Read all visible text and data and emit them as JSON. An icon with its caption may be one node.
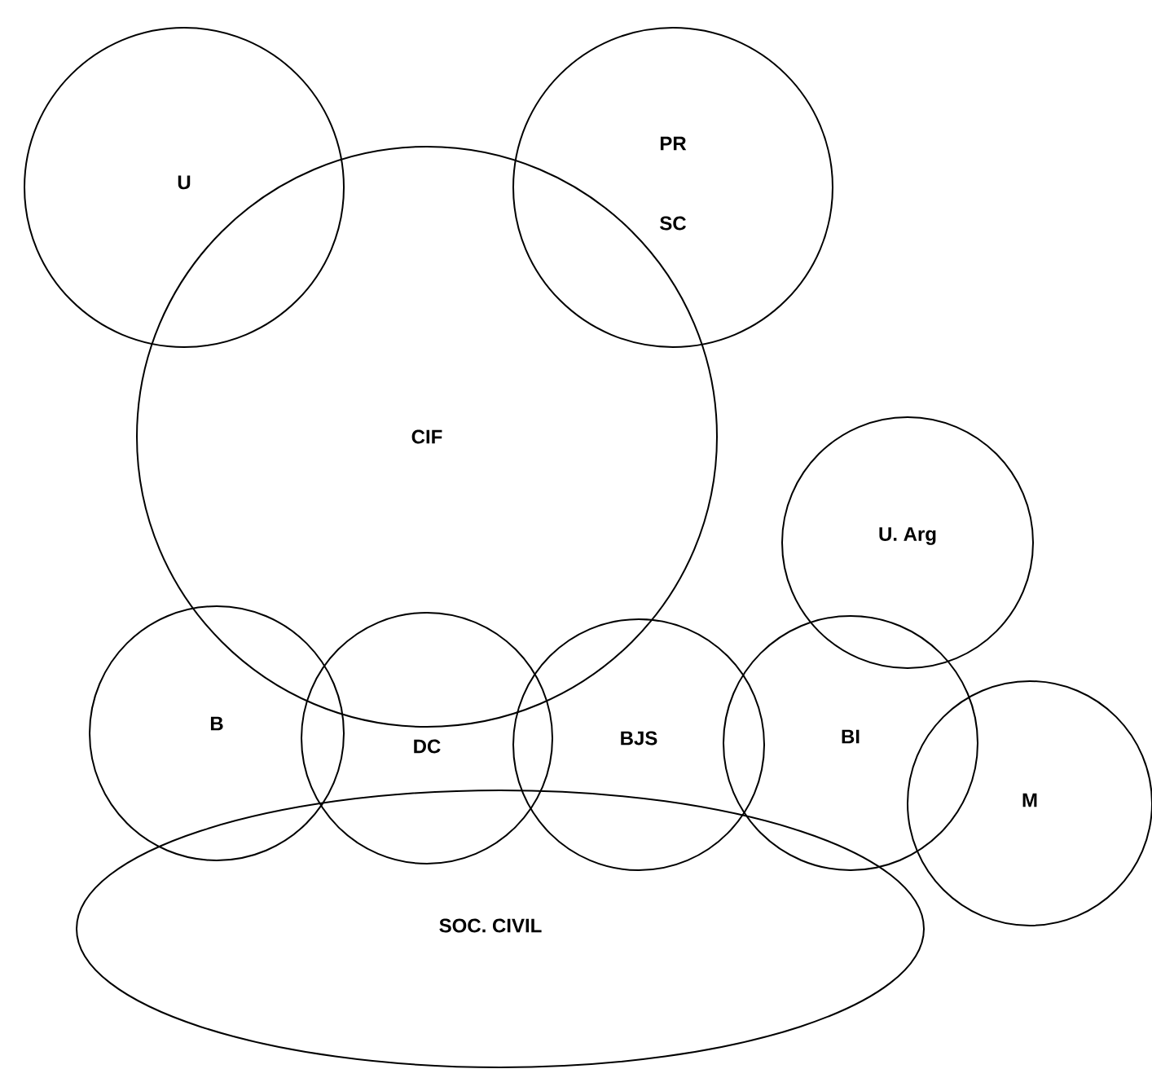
{
  "diagram": {
    "nodes": [
      {
        "text": [
          "U"
        ]
      },
      {
        "text": [
          "PR",
          "SC"
        ]
      },
      {
        "text": [
          "CIF"
        ]
      },
      {
        "text": [
          "U. Arg"
        ]
      },
      {
        "text": [
          "B"
        ]
      },
      {
        "text": [
          "DC"
        ]
      },
      {
        "text": [
          "BJS"
        ]
      },
      {
        "text": [
          "BI"
        ]
      },
      {
        "text": [
          "M"
        ]
      },
      {
        "text": [
          "SOC. CIVIL"
        ]
      }
    ]
  }
}
